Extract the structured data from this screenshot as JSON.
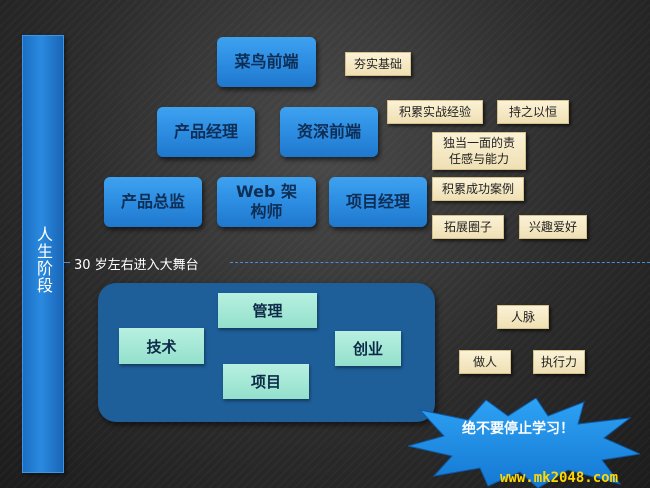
{
  "stage_label": "人生阶段",
  "roles": {
    "cainiao": "菜鸟前端",
    "chanpin_jingli": "产品经理",
    "zishen": "资深前端",
    "chanpin_zongjian": "产品总监",
    "web_jiagou": "Web 架构师",
    "xiangmu_jingli": "项目经理"
  },
  "tags": {
    "hangshi": "夯实基础",
    "jilei_shizhan": "积累实战经验",
    "chizhi": "持之以恒",
    "dudang": "独当一面的责任感与能力",
    "jilei_chenggong": "积累成功案例",
    "tuozhan": "拓展圈子",
    "xingqu": "兴趣爱好",
    "renmai": "人脉",
    "zuoren": "做人",
    "zhixingli": "执行力"
  },
  "divider_label": "30 岁左右进入大舞台",
  "skills": {
    "guanli": "管理",
    "jishu": "技术",
    "chuangye": "创业",
    "xiangmu": "项目"
  },
  "burst_text": "绝不要停止学习！",
  "watermark": "www.mk2048.com",
  "colors": {
    "role_blue": "#2b8be0",
    "panel_blue": "#1e5e99",
    "skill_mint": "#a3e8d6",
    "tag_cream": "#f5e8c4",
    "burst_blue": "#1a8fe6",
    "watermark_yellow": "#ffd800"
  }
}
